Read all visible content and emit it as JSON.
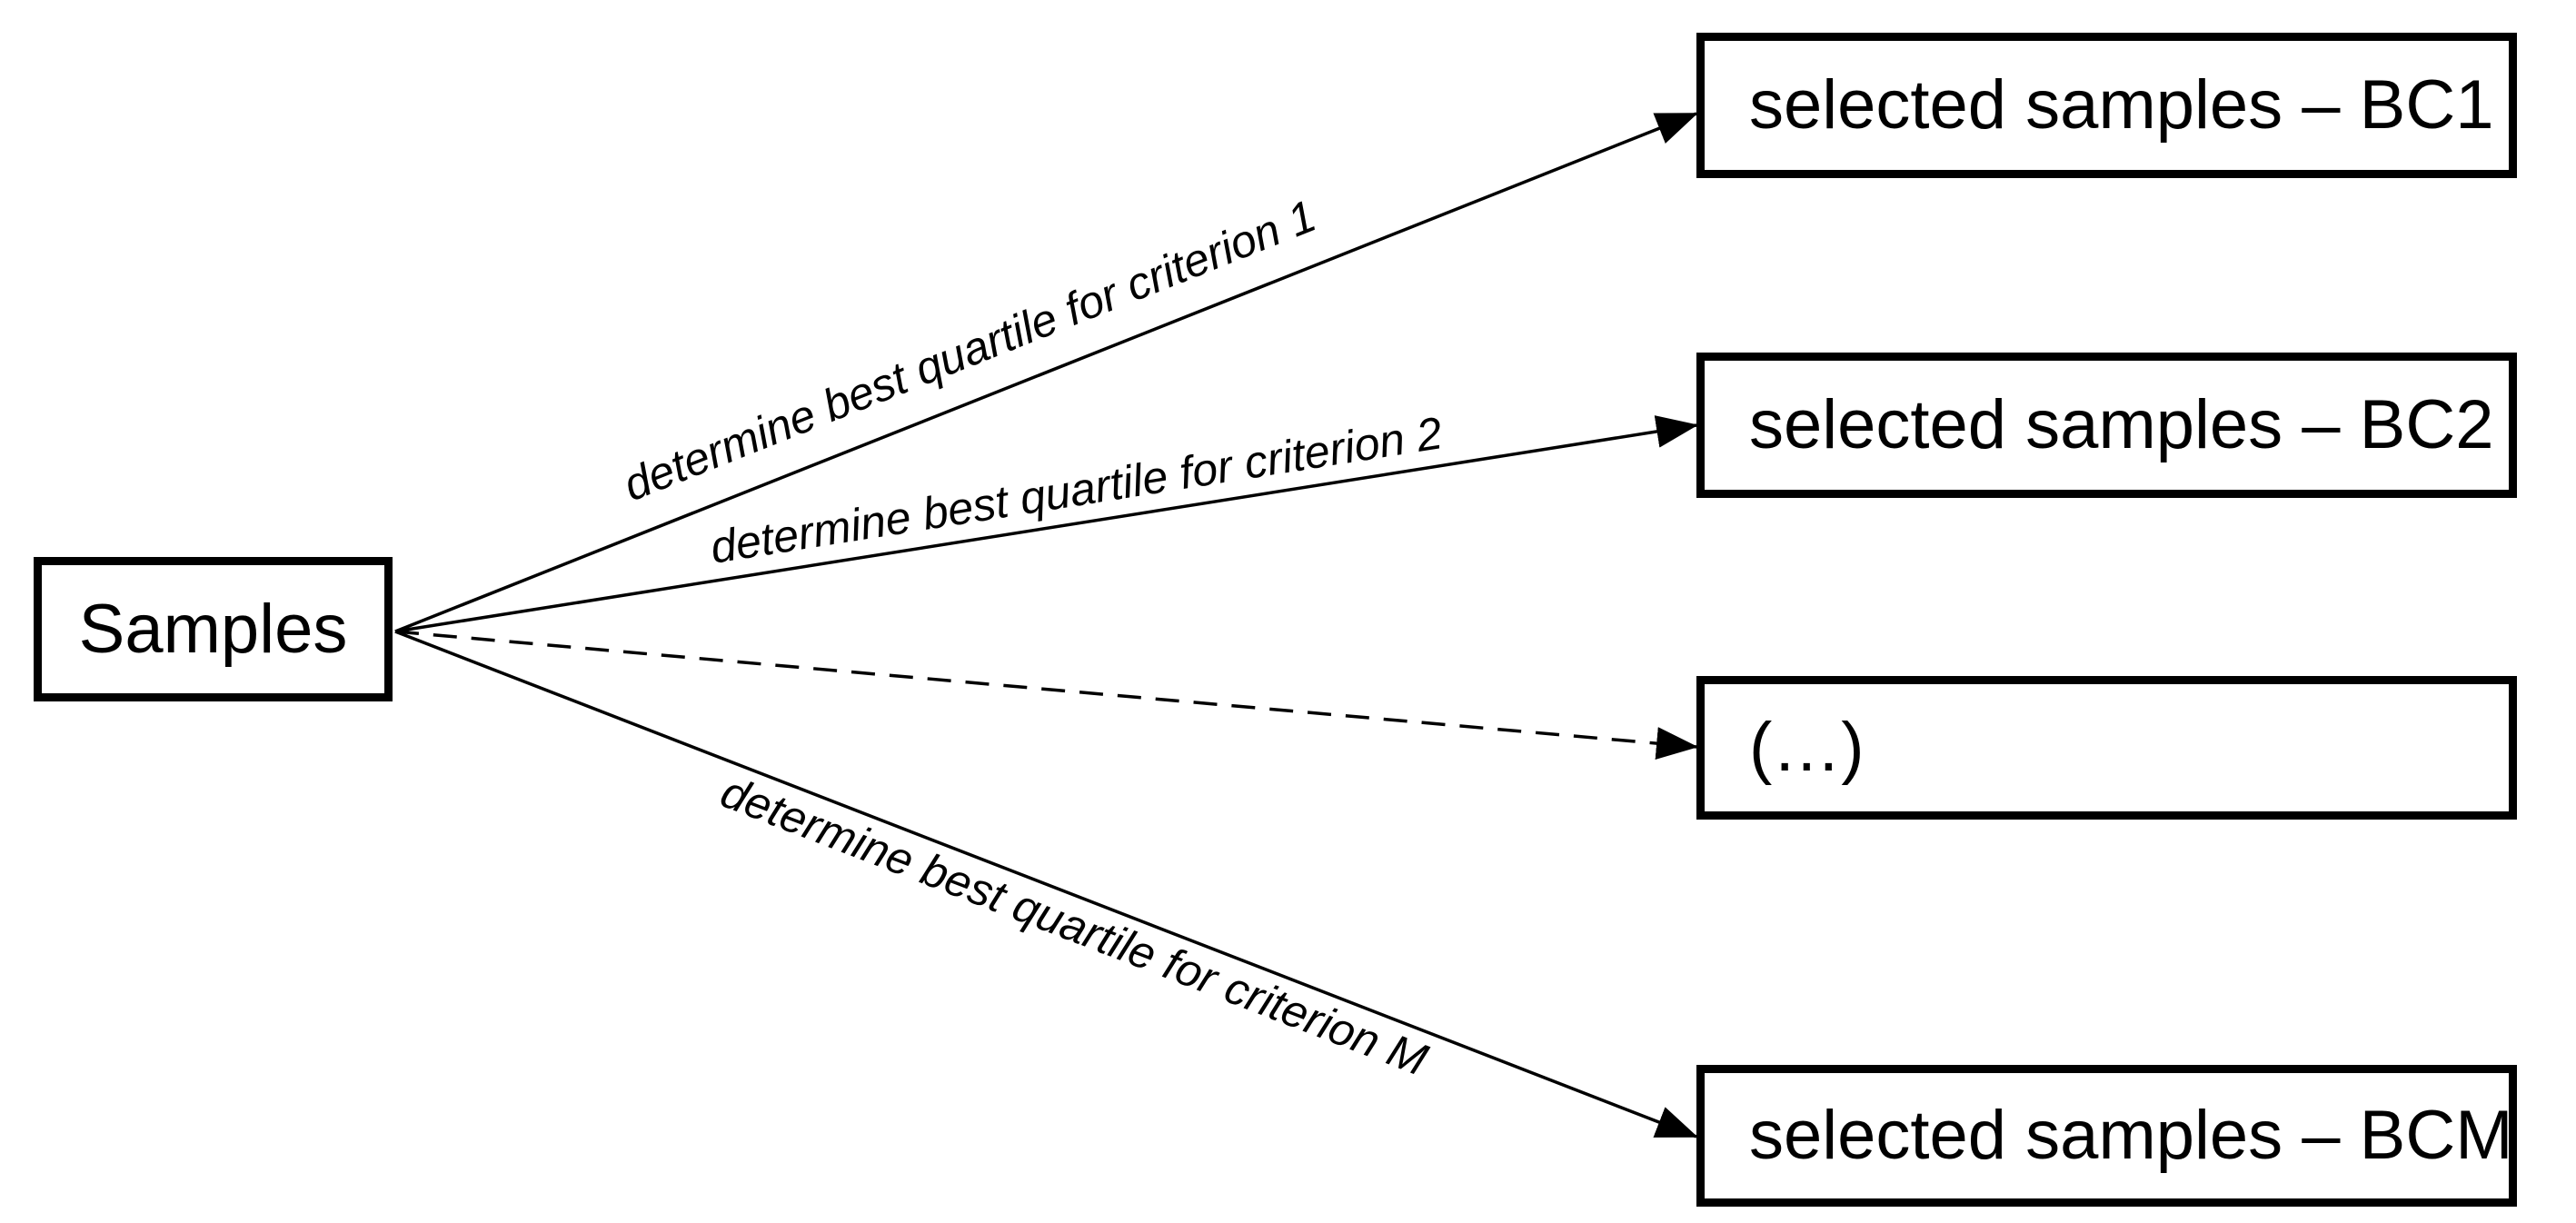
{
  "figure": {
    "type": "flow-diagram",
    "nodes": {
      "source": {
        "label": "Samples"
      },
      "targets": [
        {
          "label": "selected samples – BC1"
        },
        {
          "label": "selected samples – BC2"
        },
        {
          "label": "(…)"
        },
        {
          "label": "selected samples – BCM"
        }
      ]
    },
    "edges": [
      {
        "from": "Samples",
        "to": "selected samples – BC1",
        "label": "determine best quartile for criterion 1",
        "style": "solid-arrow"
      },
      {
        "from": "Samples",
        "to": "selected samples – BC2",
        "label": "determine best quartile for criterion 2",
        "style": "solid-arrow"
      },
      {
        "from": "Samples",
        "to": "(…)",
        "label": "",
        "style": "dashed-arrow"
      },
      {
        "from": "Samples",
        "to": "selected samples – BCM",
        "label": "determine best quartile for criterion M",
        "style": "solid-arrow"
      }
    ],
    "colors": {
      "background": "#ffffff",
      "border": "#000000",
      "line": "#000000",
      "text": "#000000"
    }
  }
}
